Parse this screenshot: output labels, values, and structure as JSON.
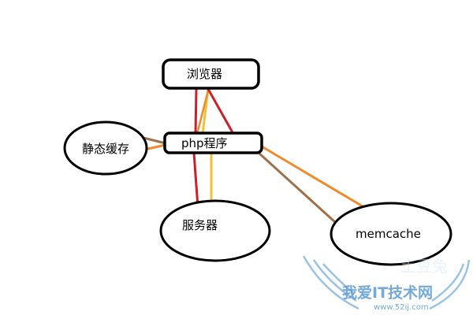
{
  "diagram": {
    "nodes": {
      "browser": {
        "label": "浏览器"
      },
      "php": {
        "label": "php程序"
      },
      "static_cache": {
        "label": "静态缓存"
      },
      "server": {
        "label": "服务器"
      },
      "memcache": {
        "label": "memcache"
      }
    },
    "edges": [
      {
        "from": "php",
        "to": "browser",
        "color": "#cc1f2a"
      },
      {
        "from": "php",
        "to": "browser",
        "color": "#f2c230"
      },
      {
        "from": "php",
        "to": "browser",
        "color": "#f08a2a"
      },
      {
        "from": "php",
        "to": "browser",
        "color": "#cc1f2a"
      },
      {
        "from": "php",
        "to": "server",
        "color": "#cc1f2a"
      },
      {
        "from": "php",
        "to": "server",
        "color": "#f2c230"
      },
      {
        "from": "php",
        "to": "static_cache",
        "color": "#a0704a"
      },
      {
        "from": "php",
        "to": "static_cache",
        "color": "#f08a2a"
      },
      {
        "from": "php",
        "to": "memcache",
        "color": "#a0704a"
      },
      {
        "from": "php",
        "to": "memcache",
        "color": "#f08a2a"
      }
    ]
  },
  "watermark": {
    "title": "我爱IT技术网",
    "url": "www.52ij.com",
    "side_text": "土豆兔",
    "colors": {
      "blue": "#5b9bd5",
      "light": "#d6e6f5"
    }
  }
}
